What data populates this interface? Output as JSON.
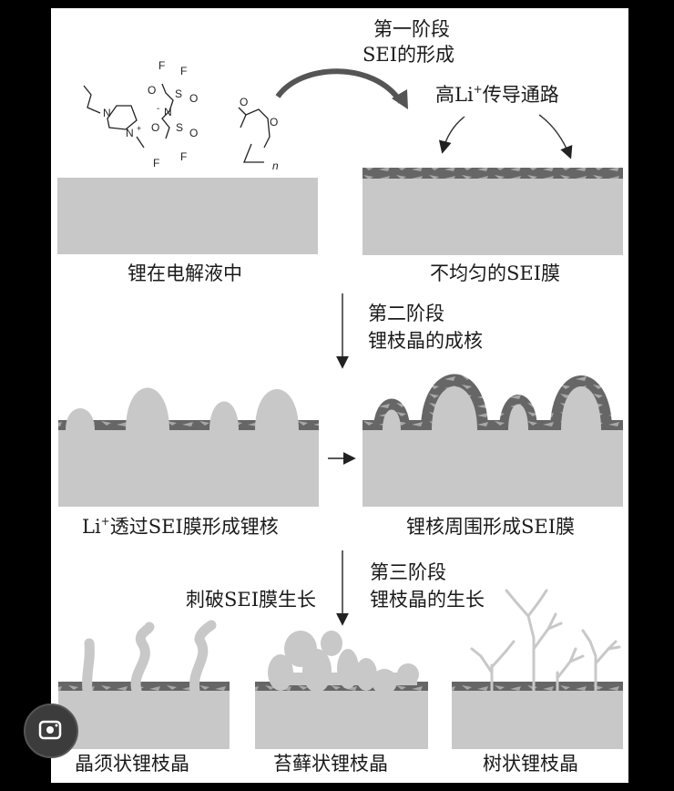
{
  "stage1": {
    "title": "第一阶段",
    "subtitle": "SEI的形成",
    "channel_label_pre": "高Li",
    "channel_label_sup": "+",
    "channel_label_post": "传导通路"
  },
  "molecule": {
    "atoms": [
      "F",
      "F",
      "O",
      "S",
      "O",
      "N",
      "O",
      "S",
      "O",
      "F",
      "F",
      "N",
      "N",
      "O",
      "O",
      "n",
      "+",
      "-"
    ]
  },
  "labels": {
    "lithium_in_electrolyte": "锂在电解液中",
    "uneven_sei": "不均匀的SEI膜",
    "li_through_pre": "Li",
    "li_through_sup": "+",
    "li_through_post": "透过SEI膜形成锂核",
    "sei_around_nuclei": "锂核周围形成SEI膜",
    "whisker": "晶须状锂枝晶",
    "mossy": "苔藓状锂枝晶",
    "tree": "树状锂枝晶"
  },
  "stage2": {
    "title": "第二阶段",
    "subtitle": "锂枝晶的成核"
  },
  "stage3": {
    "title": "第三阶段",
    "subtitle": "锂枝晶的生长",
    "side_note": "刺破SEI膜生长"
  },
  "colors": {
    "electrode": "#c8c8c8",
    "sei_dark": "#666666",
    "sei_light": "#a8a8a8",
    "text": "#1a1a1a"
  },
  "icons": {
    "search": "lens-search-icon"
  }
}
